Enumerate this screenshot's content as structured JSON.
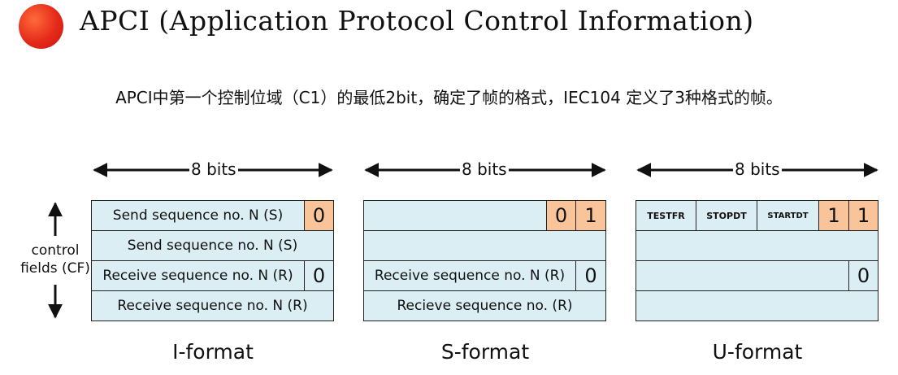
{
  "header": {
    "title": "APCI (Application Protocol Control Information)",
    "description": "APCI中第一个控制位域（C1）的最低2bit，确定了帧的格式，IEC104 定义了3种格式的帧。"
  },
  "diagram": {
    "side_label": [
      "control",
      "fields (CF)"
    ],
    "width_label": "8 bits",
    "i_format": {
      "label": "I-format",
      "row1": "Send sequence no. N (S)",
      "row1_bit": "0",
      "row2": "Send sequence no. N (S)",
      "row3": "Receive sequence no. N (R)",
      "row3_bit": "0",
      "row4": "Receive sequence no. N (R)"
    },
    "s_format": {
      "label": "S-format",
      "row1_bits": [
        "0",
        "1"
      ],
      "row3": "Receive sequence no. N (R)",
      "row3_bit": "0",
      "row4": "Recieve sequence no. (R)"
    },
    "u_format": {
      "label": "U-format",
      "row1_fields": [
        "TESTFR",
        "STOPDT",
        "STARTDT"
      ],
      "row1_bits": [
        "1",
        "1"
      ],
      "row3_bit": "0"
    }
  },
  "colors": {
    "field": "#daeef3",
    "bit": "#f9c49a",
    "accent": "#e52a1a"
  }
}
